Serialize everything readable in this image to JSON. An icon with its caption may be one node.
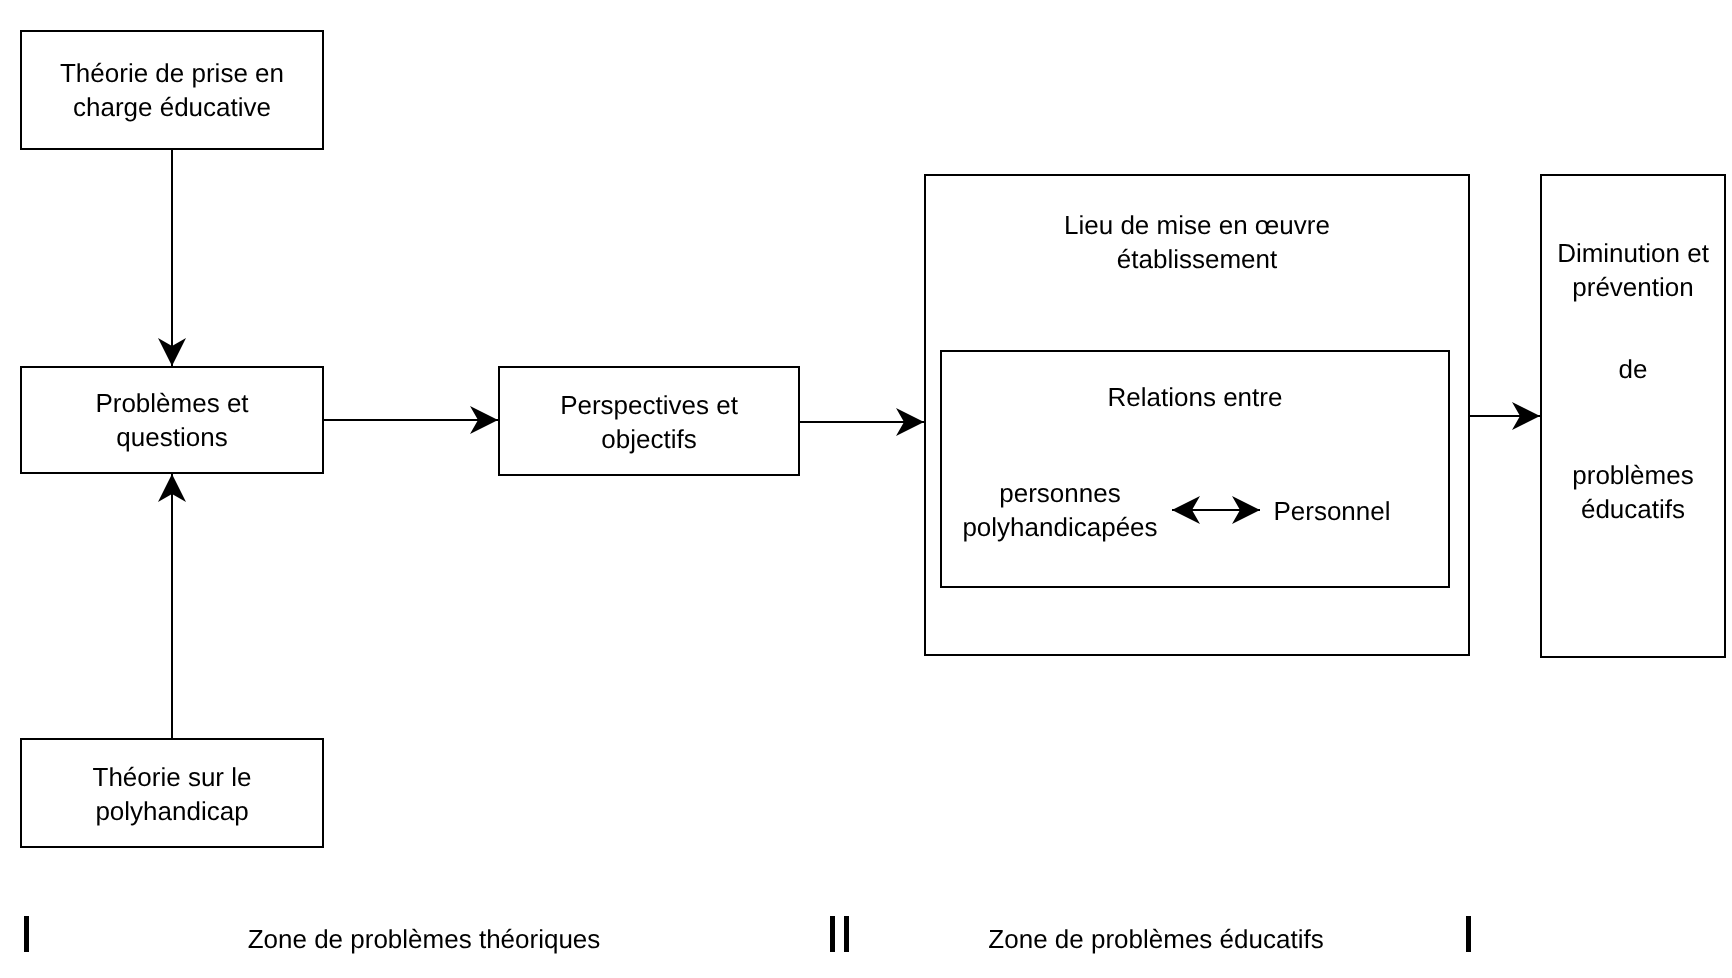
{
  "diagram": {
    "nodes": [
      {
        "text": [
          "Théorie de prise en charge éducative"
        ]
      },
      {
        "text": [
          "Problèmes et questions"
        ]
      },
      {
        "text": [
          "Perspectives et objectifs"
        ]
      },
      {
        "text": [
          "Théorie sur le polyhandicap"
        ]
      },
      {
        "text": [
          "Lieu de mise en œuvre établissement"
        ]
      },
      {
        "text": [
          "Relations entre"
        ],
        "in": 4
      },
      {
        "text": [
          "personnes polyhandicapées"
        ],
        "in": 5
      },
      {
        "text": [
          "Personnel"
        ],
        "in": 5
      },
      {
        "text": [
          "Diminution et prévention",
          "de",
          "problèmes éducatifs"
        ]
      }
    ],
    "edges": [
      {
        "from": 0,
        "to": 1,
        "arrow": "to"
      },
      {
        "from": 3,
        "to": 1,
        "arrow": "to"
      },
      {
        "from": 1,
        "to": 2,
        "arrow": "to"
      },
      {
        "from": 2,
        "to": 4,
        "arrow": "to"
      },
      {
        "from": 4,
        "to": 8,
        "arrow": "to"
      },
      {
        "from": 6,
        "to": 7,
        "arrow": "both"
      }
    ],
    "labels": [
      "Zone de problèmes théoriques",
      "Zone de problèmes éducatifs"
    ]
  }
}
